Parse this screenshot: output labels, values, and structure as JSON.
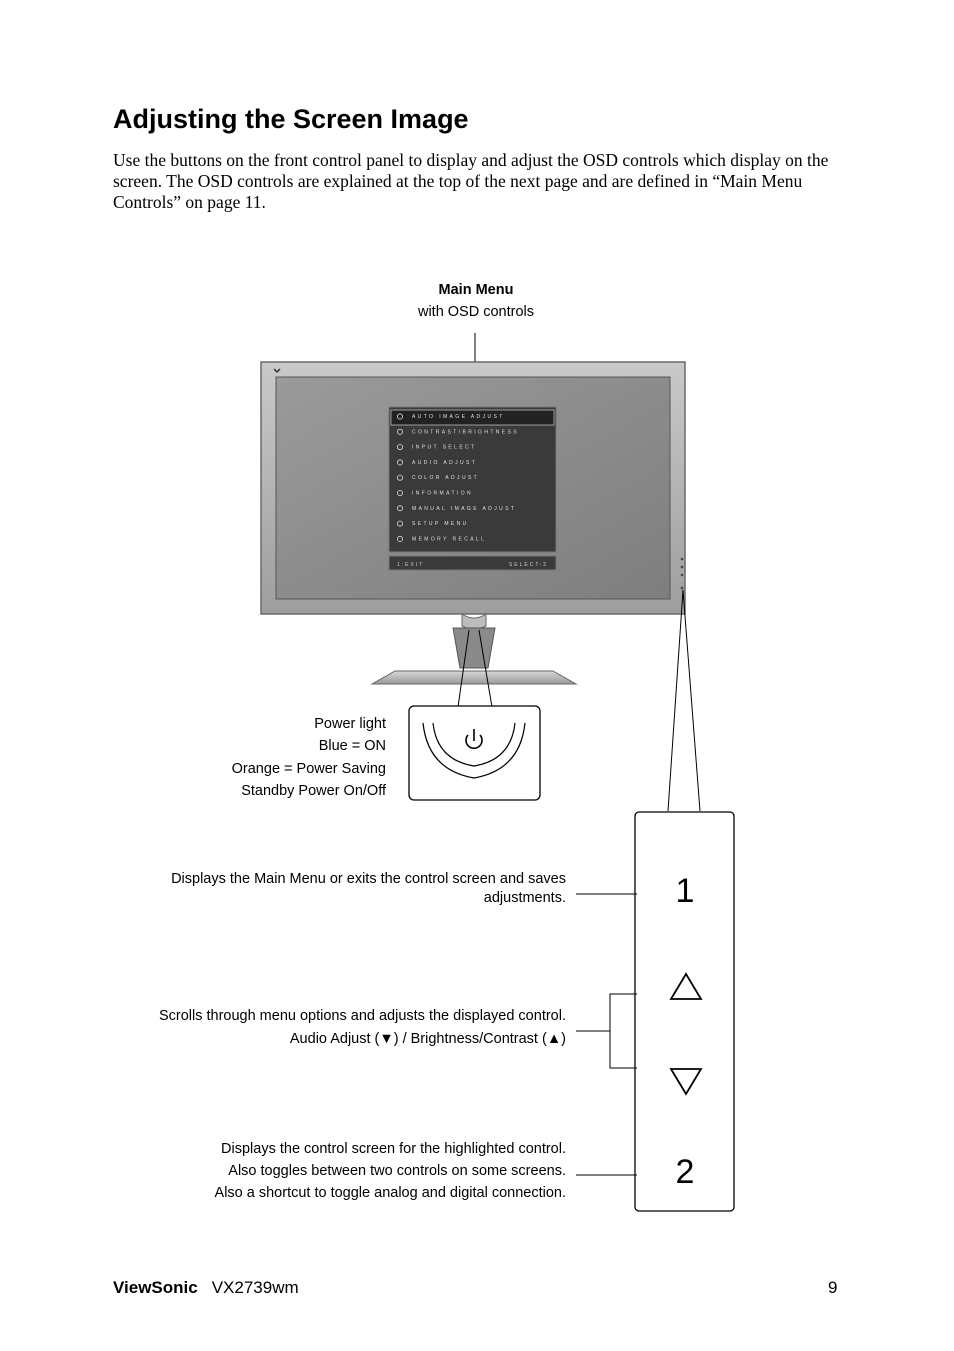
{
  "page": {
    "heading": "Adjusting the Screen Image",
    "intro": "Use the buttons on the front control panel to display and adjust the OSD controls which display on the screen. The OSD controls are explained at the top of the next page and are defined in “Main Menu Controls” on page 11."
  },
  "figure": {
    "main_menu_title": "Main Menu",
    "main_menu_subtitle": "with OSD controls",
    "osd_items": [
      "AUTO IMAGE ADJUST",
      "CONTRAST/BRIGHTNESS",
      "INPUT SELECT",
      "AUDIO ADJUST",
      "COLOR ADJUST",
      "INFORMATION",
      "MANUAL IMAGE ADJUST",
      "SETUP MENU",
      "MEMORY RECALL"
    ],
    "osd_footer_left": "1:EXIT",
    "osd_footer_right": "SELECT:2",
    "power": {
      "line1": "Power light",
      "line2": "Blue = ON",
      "line3": "Orange = Power Saving",
      "line4": "Standby Power On/Off"
    },
    "button1": {
      "glyph": "1",
      "desc_line1": "Displays the Main Menu or exits the control screen and saves",
      "desc_line2": "adjustments."
    },
    "arrows": {
      "desc_line1": "Scrolls through menu options and adjusts the displayed control.",
      "desc_line2": "Audio Adjust (▼) / Brightness/Contrast  (▲)"
    },
    "button2": {
      "glyph": "2",
      "desc_line1": "Displays the control screen for the highlighted control.",
      "desc_line2": "Also toggles between two controls on some screens.",
      "desc_line3": "Also a shortcut to toggle analog and digital connection."
    }
  },
  "footer": {
    "brand": "ViewSonic",
    "model": "VX2739wm",
    "page_number": "9"
  }
}
